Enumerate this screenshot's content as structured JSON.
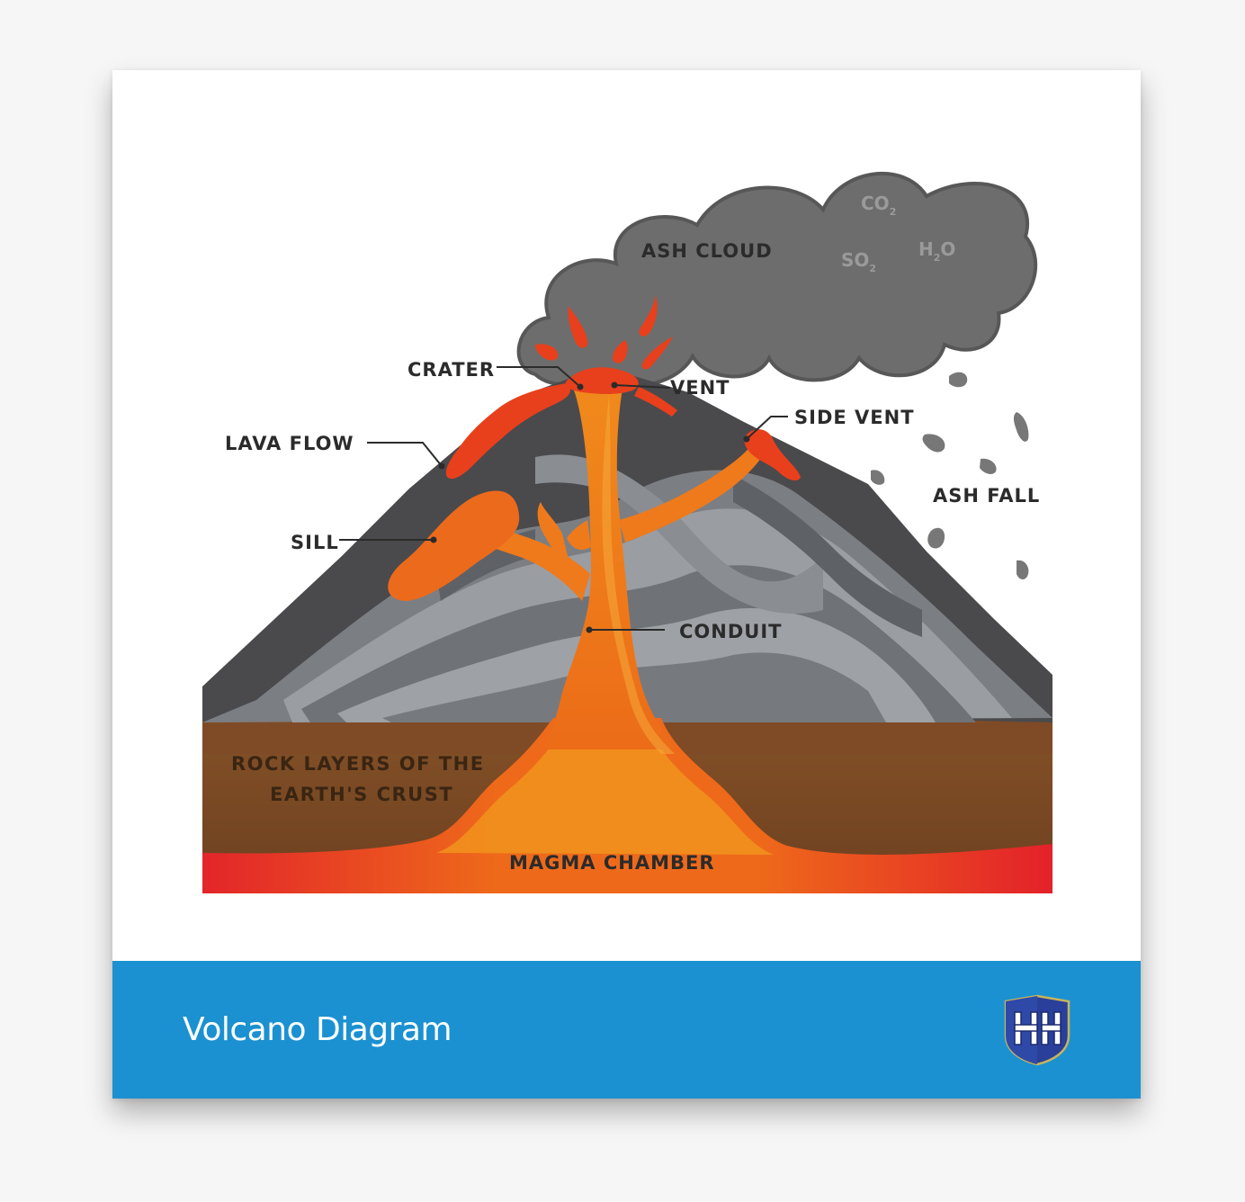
{
  "diagram": {
    "labels": {
      "ash_cloud": "ASH CLOUD",
      "crater": "CRATER",
      "vent": "VENT",
      "side_vent": "SIDE VENT",
      "lava_flow": "LAVA FLOW",
      "sill": "SILL",
      "ash_fall": "ASH FALL",
      "conduit": "CONDUIT",
      "rock_layers_line1": "ROCK LAYERS OF THE",
      "rock_layers_line2": "EARTH'S CRUST",
      "magma_chamber": "MAGMA CHAMBER"
    },
    "gases": {
      "co2": {
        "base": "CO",
        "sub": "2"
      },
      "so2": {
        "base": "SO",
        "sub": "2"
      },
      "h2o": {
        "pre": "H",
        "sub": "2",
        "post": "O"
      }
    },
    "colors": {
      "cloud": "#6d6d6d",
      "mountain_dark": "#4a4a4d",
      "mountain_stripe_light": "#8e9196",
      "mountain_stripe_mid": "#6c6f74",
      "crust": "#7a4a24",
      "magma": "#ef7d1c",
      "lava": "#e8401c",
      "chamber_red": "#e3212a"
    }
  },
  "footer": {
    "title": "Volcano Diagram",
    "background": "#1b91d2"
  },
  "logo": {
    "icon": "school-crest-icon"
  }
}
